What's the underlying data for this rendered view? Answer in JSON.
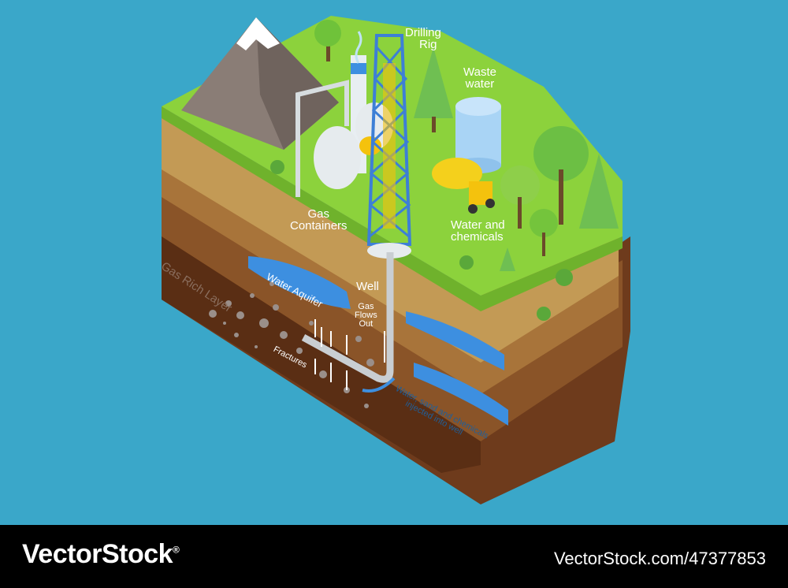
{
  "labels": {
    "drilling_rig": [
      "Drilling",
      "Rig"
    ],
    "waste_water": [
      "Waste",
      "water"
    ],
    "gas_containers": [
      "Gas",
      "Containers"
    ],
    "water_and_chemicals": [
      "Water and",
      "chemicals"
    ],
    "well": "Well",
    "water_aquifer": "Water Aquifer",
    "gas_rich_layer": "Gas Rich Layer",
    "gas_flows_out": [
      "Gas",
      "Flows",
      "Out"
    ],
    "fractures": "Fractures",
    "injected": [
      "Water, sand and chemicals",
      "injected into well"
    ]
  },
  "footer": {
    "brand": "VectorStock",
    "registered_mark": "®",
    "url": "VectorStock.com/47377853"
  },
  "colors": {
    "background": "#3aa7c9",
    "grass": "#8cd23c",
    "water": "#3d8fe0",
    "soil_dark": "#6b3a1a",
    "soil_light": "#b88a4a"
  }
}
